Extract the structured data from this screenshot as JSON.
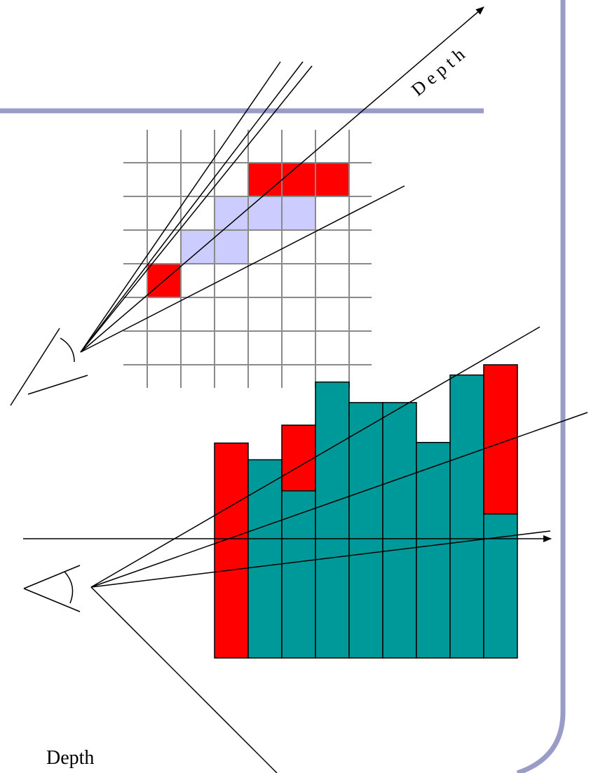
{
  "labels": {
    "depth_diagonal": "D e p t h",
    "depth_bottom": "Depth"
  },
  "colors": {
    "slide_accent": "#9a9cc8",
    "occluder_red": "#ff0000",
    "visited_cell": "#ccccff",
    "column_teal": "#009999",
    "grid": "#8a8a8a",
    "ray": "#000000"
  },
  "grid_diagram": {
    "columns": 7,
    "rows": 7,
    "cells": [
      {
        "col": 3,
        "row": 0,
        "state": "hit"
      },
      {
        "col": 4,
        "row": 0,
        "state": "hit"
      },
      {
        "col": 5,
        "row": 0,
        "state": "hit"
      },
      {
        "col": 2,
        "row": 1,
        "state": "traversed"
      },
      {
        "col": 3,
        "row": 1,
        "state": "traversed"
      },
      {
        "col": 4,
        "row": 1,
        "state": "traversed"
      },
      {
        "col": 1,
        "row": 2,
        "state": "traversed"
      },
      {
        "col": 2,
        "row": 2,
        "state": "traversed"
      },
      {
        "col": 0,
        "row": 3,
        "state": "hit"
      }
    ]
  },
  "column_diagram": {
    "columns": [
      {
        "height": 0.733,
        "occluder_height": 0.733
      },
      {
        "height": 0.676,
        "occluder_height": 0
      },
      {
        "height": 0.794,
        "occluder_height": 0.224
      },
      {
        "height": 0.941,
        "occluder_height": 0
      },
      {
        "height": 0.871,
        "occluder_height": 0
      },
      {
        "height": 0.871,
        "occluder_height": 0
      },
      {
        "height": 0.735,
        "occluder_height": 0
      },
      {
        "height": 0.965,
        "occluder_height": 0
      },
      {
        "height": 1.0,
        "occluder_height": 0.509
      }
    ]
  }
}
